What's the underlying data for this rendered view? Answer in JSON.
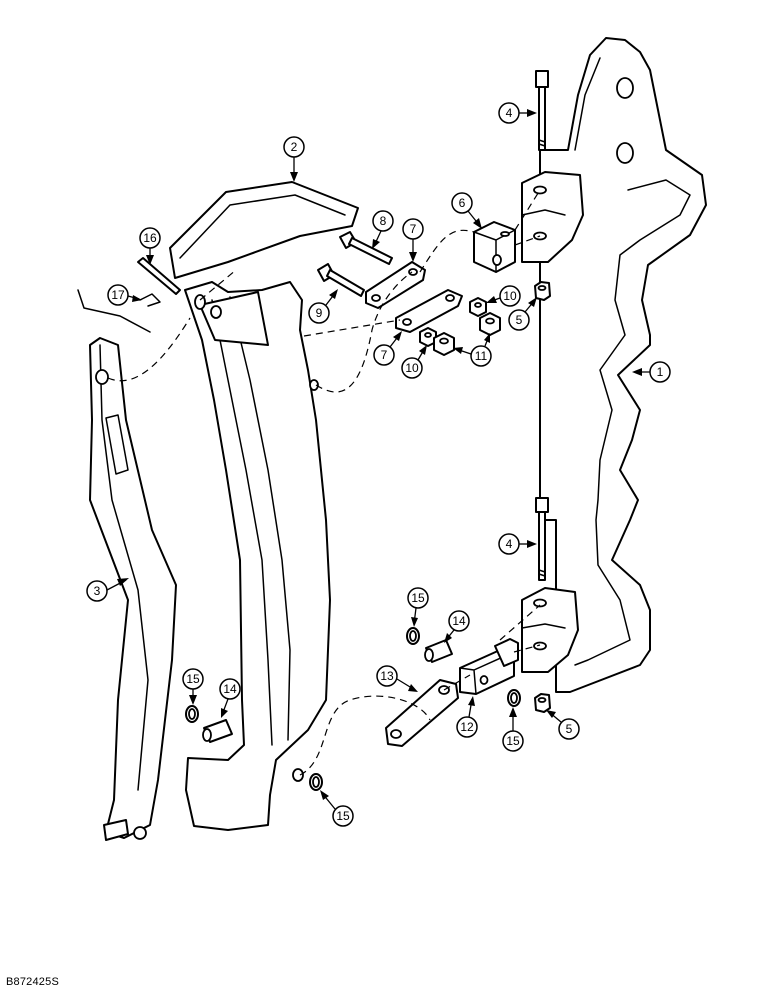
{
  "figure_code": "B872425S",
  "callouts": [
    {
      "id": "c1",
      "label": "1"
    },
    {
      "id": "c2",
      "label": "2"
    },
    {
      "id": "c3",
      "label": "3"
    },
    {
      "id": "c4a",
      "label": "4"
    },
    {
      "id": "c4b",
      "label": "4"
    },
    {
      "id": "c5a",
      "label": "5"
    },
    {
      "id": "c5b",
      "label": "5"
    },
    {
      "id": "c6",
      "label": "6"
    },
    {
      "id": "c7a",
      "label": "7"
    },
    {
      "id": "c7b",
      "label": "7"
    },
    {
      "id": "c8",
      "label": "8"
    },
    {
      "id": "c9",
      "label": "9"
    },
    {
      "id": "c10a",
      "label": "10"
    },
    {
      "id": "c10b",
      "label": "10"
    },
    {
      "id": "c11",
      "label": "11"
    },
    {
      "id": "c12",
      "label": "12"
    },
    {
      "id": "c13",
      "label": "13"
    },
    {
      "id": "c14a",
      "label": "14"
    },
    {
      "id": "c14b",
      "label": "14"
    },
    {
      "id": "c15a",
      "label": "15"
    },
    {
      "id": "c15b",
      "label": "15"
    },
    {
      "id": "c15c",
      "label": "15"
    },
    {
      "id": "c15d",
      "label": "15"
    },
    {
      "id": "c16",
      "label": "16"
    },
    {
      "id": "c17",
      "label": "17"
    }
  ]
}
